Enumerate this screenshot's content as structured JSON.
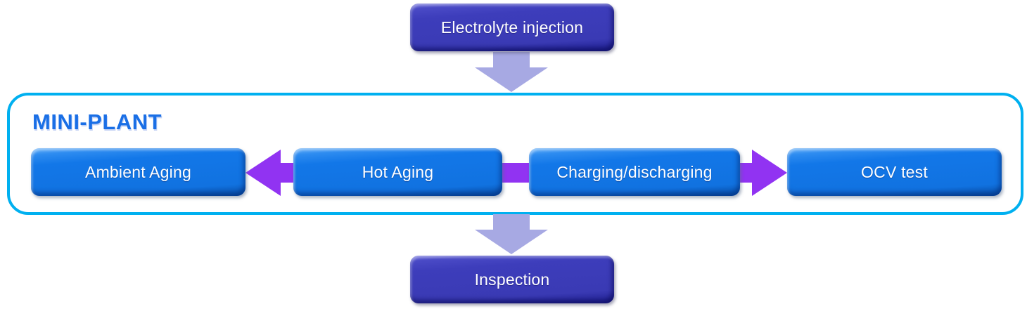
{
  "diagram": {
    "top_node": {
      "label": "Electrolyte injection"
    },
    "mini_plant": {
      "title": "MINI-PLANT",
      "steps": [
        {
          "label": "Ambient Aging"
        },
        {
          "label": "Hot Aging"
        },
        {
          "label": "Charging/discharging"
        },
        {
          "label": "OCV test"
        }
      ]
    },
    "bottom_node": {
      "label": "Inspection"
    },
    "flow": [
      "Electrolyte injection -> MINI-PLANT",
      "Charging/discharging -> OCV test",
      "Hot Aging -> Ambient Aging",
      "MINI-PLANT -> Inspection"
    ],
    "colors": {
      "container_border": "#00B0F0",
      "container_title": "#1A6FE6",
      "process_box": "#1277E8",
      "terminal_box": "#3C3CB8",
      "flow_arrow": "#9133F2",
      "down_arrow": "#A7A9E3",
      "text": "#FFFFFF",
      "background": "#FFFFFF"
    }
  }
}
